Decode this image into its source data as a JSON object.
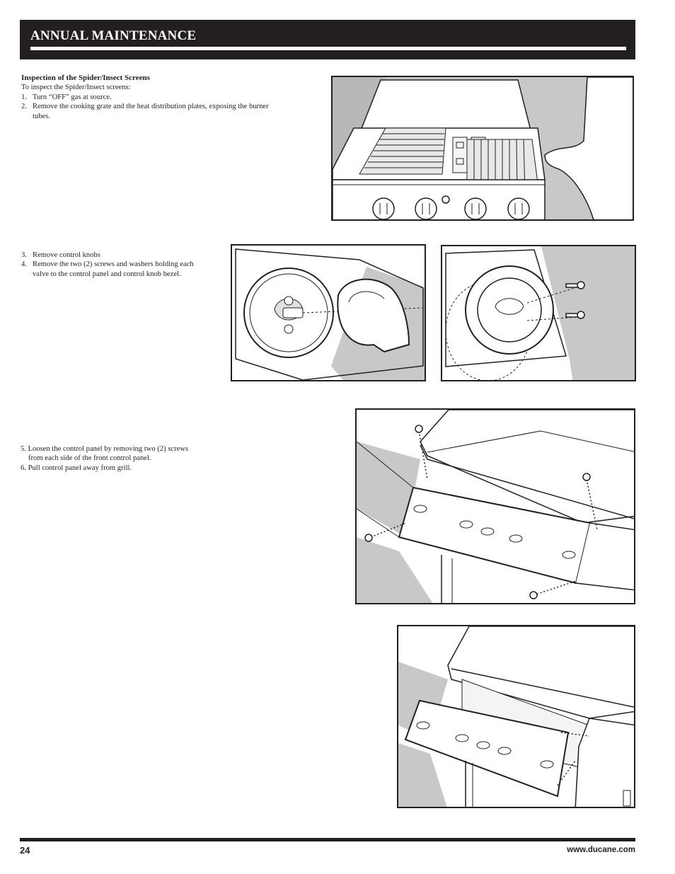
{
  "header": {
    "title": "ANNUAL MAINTENANCE"
  },
  "section1": {
    "heading": "Inspection of the Spider/Insect Screens",
    "intro": "To inspect the Spider/Insect screens:",
    "steps": [
      {
        "num": "1.",
        "text": "Turn “OFF” gas at source."
      },
      {
        "num": "2.",
        "text": "Remove the cooking grate and the heat distribution plates, exposing the burner",
        "cont": "tubes."
      }
    ]
  },
  "section2": {
    "steps": [
      {
        "num": "3.",
        "text": "Remove control knobs"
      },
      {
        "num": "4.",
        "text": "Remove the two (2) screws and washers holding each",
        "cont": "valve to the control panel and control knob bezel."
      }
    ]
  },
  "section3": {
    "steps": [
      {
        "text": "5. Loosen the control panel by removing two (2) screws",
        "cont": "from each side of the front control panel."
      },
      {
        "text": "6. Pull control panel away from grill."
      }
    ]
  },
  "footer": {
    "page_number": "24",
    "website": "www.ducane.com"
  }
}
